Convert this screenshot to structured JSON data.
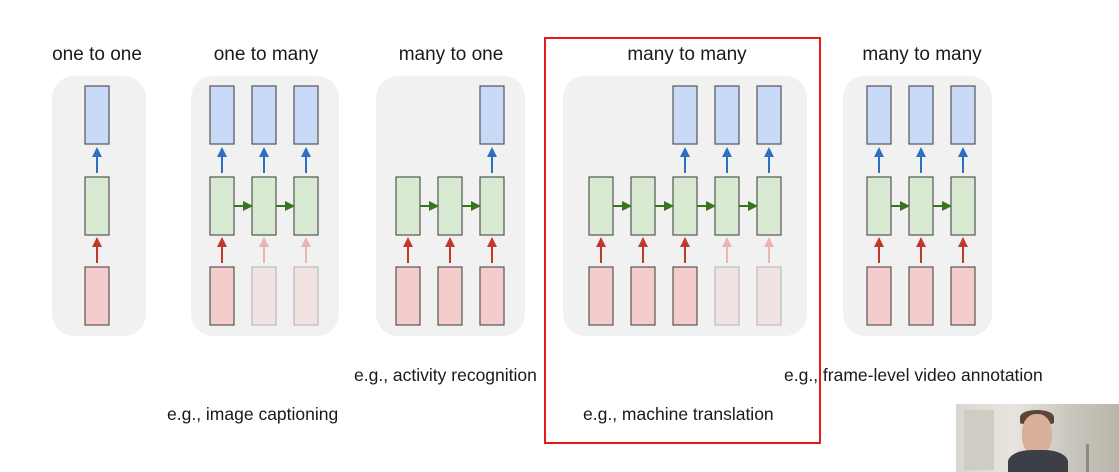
{
  "panels": [
    {
      "id": "one-to-one",
      "title": "one to one",
      "inputs": [
        "active"
      ],
      "hidden": 1,
      "outputs": [
        "active"
      ],
      "example": ""
    },
    {
      "id": "one-to-many",
      "title": "one to many",
      "inputs": [
        "active",
        "faded",
        "faded"
      ],
      "hidden": 3,
      "outputs": [
        "active",
        "active",
        "active"
      ],
      "example": "e.g., image captioning"
    },
    {
      "id": "many-to-one",
      "title": "many to one",
      "inputs": [
        "active",
        "active",
        "active"
      ],
      "hidden": 3,
      "outputs": [
        "none",
        "none",
        "active"
      ],
      "example": "e.g., activity recognition"
    },
    {
      "id": "many-to-many-seq2seq",
      "title": "many to many",
      "inputs": [
        "active",
        "active",
        "active",
        "faded",
        "faded"
      ],
      "hidden": 5,
      "outputs": [
        "none",
        "none",
        "active",
        "active",
        "active"
      ],
      "example": "e.g., machine translation"
    },
    {
      "id": "many-to-many-synced",
      "title": "many to many",
      "inputs": [
        "active",
        "active",
        "active"
      ],
      "hidden": 3,
      "outputs": [
        "active",
        "active",
        "active"
      ],
      "example": "e.g., frame-level video annotation"
    }
  ],
  "colors": {
    "panel_bg": "#f1f1f1",
    "output_fill": "#c9daf8",
    "hidden_fill": "#d9ead3",
    "input_fill": "#f4cccc",
    "box_stroke": "#555555",
    "output_arrow": "#2f6fbf",
    "hidden_arrow": "#38761d",
    "input_arrow": "#c0392b",
    "faded_input_arrow": "#e8b4b4",
    "highlight_border": "#e31b1b"
  },
  "highlighted_panel": "many-to-many-seq2seq"
}
